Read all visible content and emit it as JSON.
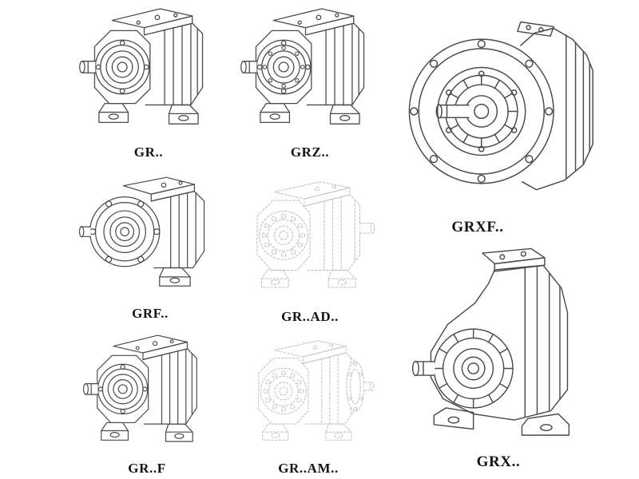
{
  "page": {
    "background_color": "#ffffff",
    "line_color": "#4a4a4a",
    "ghost_line_color": "#c3c5c9",
    "label_color": "#141414"
  },
  "models": [
    {
      "label": "GR..",
      "drawing": "foot-mounted-gearbox-drawing",
      "style": "solid"
    },
    {
      "label": "GRZ..",
      "drawing": "foot-mounted-gearbox-drawing",
      "style": "solid"
    },
    {
      "label": "GRXF..",
      "drawing": "large-flange-mounted-gearbox-drawing",
      "style": "solid"
    },
    {
      "label": "GRF..",
      "drawing": "flange-foot-gearbox-drawing",
      "style": "solid"
    },
    {
      "label": "GR..AD..",
      "drawing": "input-adapter-gearbox-drawing",
      "style": "dashed"
    },
    {
      "label": "GR..F",
      "drawing": "foot-mounted-gearbox-drawing",
      "style": "solid"
    },
    {
      "label": "GR..AM..",
      "drawing": "motor-adapter-flange-gearbox-drawing",
      "style": "dashed"
    },
    {
      "label": "GRX..",
      "drawing": "large-foot-mounted-gearbox-drawing",
      "style": "solid"
    }
  ]
}
